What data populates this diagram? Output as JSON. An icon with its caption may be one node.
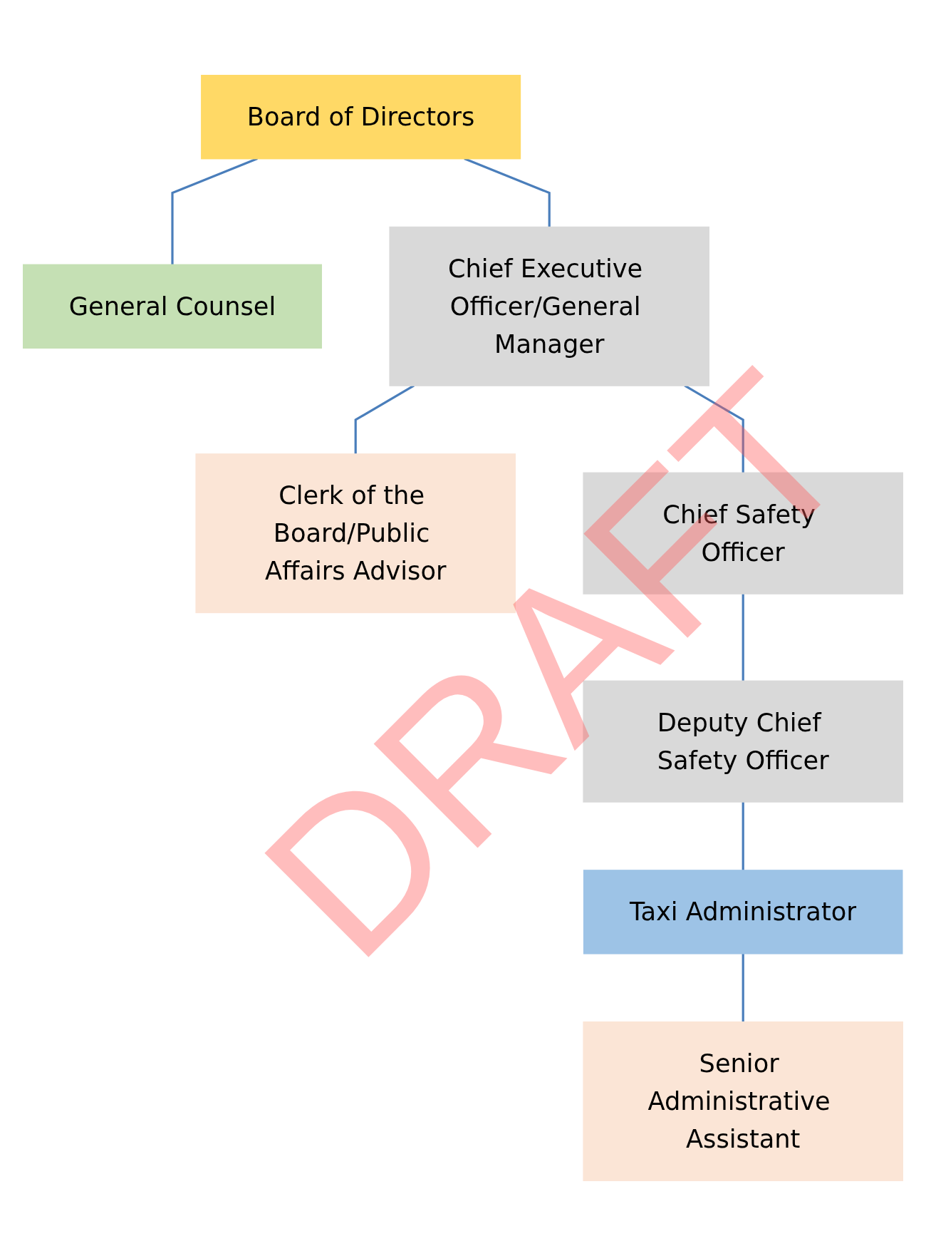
{
  "diagram": {
    "nodes": [
      {
        "text": [
          "Board of Directors"
        ]
      },
      {
        "text": [
          "General Counsel"
        ]
      },
      {
        "text": [
          "Chief Executive Officer/General Manager"
        ]
      },
      {
        "text": [
          "Clerk of the Board/Public Affairs Advisor"
        ]
      },
      {
        "text": [
          "Chief Safety Officer"
        ]
      },
      {
        "text": [
          "Deputy Chief Safety Officer"
        ]
      },
      {
        "text": [
          "Taxi Administrator"
        ]
      },
      {
        "text": [
          "Senior Administrative Assistant"
        ]
      }
    ],
    "edges": [
      {
        "from": 0,
        "to": 1,
        "arrow": "none"
      },
      {
        "from": 0,
        "to": 2,
        "arrow": "none"
      },
      {
        "from": 2,
        "to": 3,
        "arrow": "none"
      },
      {
        "from": 2,
        "to": 4,
        "arrow": "none"
      },
      {
        "from": 4,
        "to": 5,
        "arrow": "none"
      },
      {
        "from": 5,
        "to": 6,
        "arrow": "none"
      },
      {
        "from": 6,
        "to": 7,
        "arrow": "none"
      }
    ],
    "labels": [
      "DRAFT"
    ]
  }
}
